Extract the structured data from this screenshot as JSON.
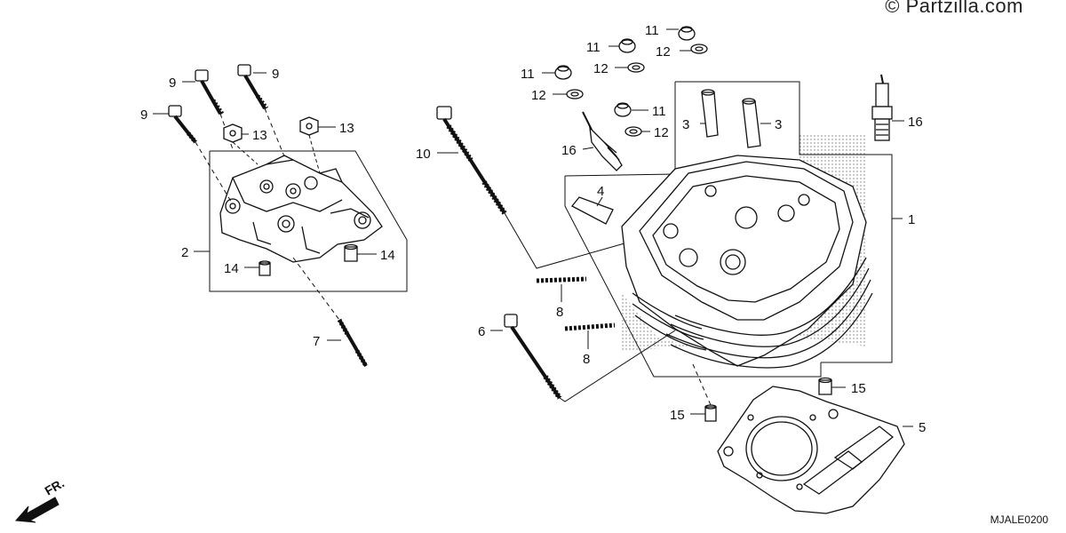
{
  "watermark": "© Partzilla.com",
  "diagram_code": "MJALE0200",
  "direction_label": "FR.",
  "callouts": {
    "c1": "1",
    "c2": "2",
    "c3a": "3",
    "c3b": "3",
    "c4": "4",
    "c5": "5",
    "c6": "6",
    "c7": "7",
    "c8a": "8",
    "c8b": "8",
    "c9a": "9",
    "c9b": "9",
    "c9c": "9",
    "c10": "10",
    "c11a": "11",
    "c11b": "11",
    "c11c": "11",
    "c11d": "11",
    "c12a": "12",
    "c12b": "12",
    "c12c": "12",
    "c12d": "12",
    "c13a": "13",
    "c13b": "13",
    "c14a": "14",
    "c14b": "14",
    "c15a": "15",
    "c15b": "15",
    "c16a": "16",
    "c16b": "16"
  }
}
